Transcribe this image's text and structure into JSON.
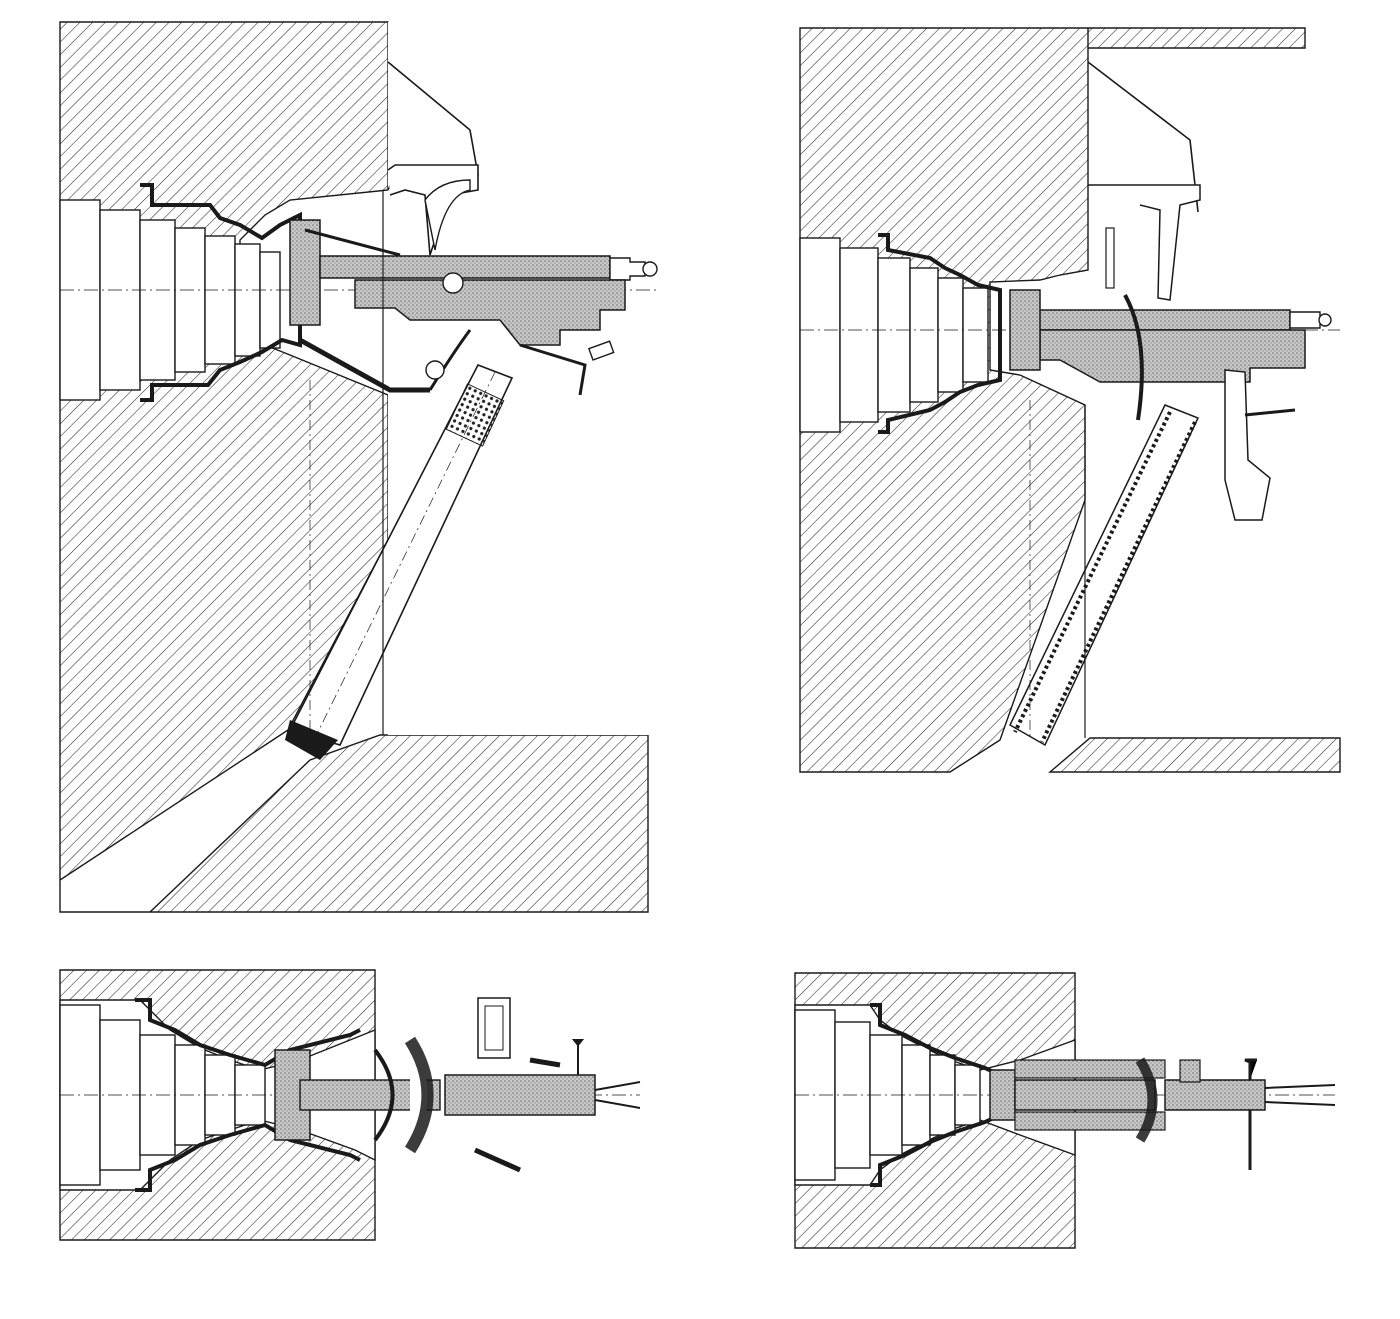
{
  "sheet": {
    "background": "#ffffff",
    "ink": "#1a1a1a",
    "shade": "#9a9a9a",
    "hatch_color": "#2b2b2b"
  },
  "views": [
    {
      "id": "top-left",
      "kind": "side-section-with-mount-arm"
    },
    {
      "id": "top-right",
      "kind": "side-section-with-feed-chute"
    },
    {
      "id": "bottom-left",
      "kind": "plan-section"
    },
    {
      "id": "bottom-right",
      "kind": "plan-section"
    }
  ]
}
